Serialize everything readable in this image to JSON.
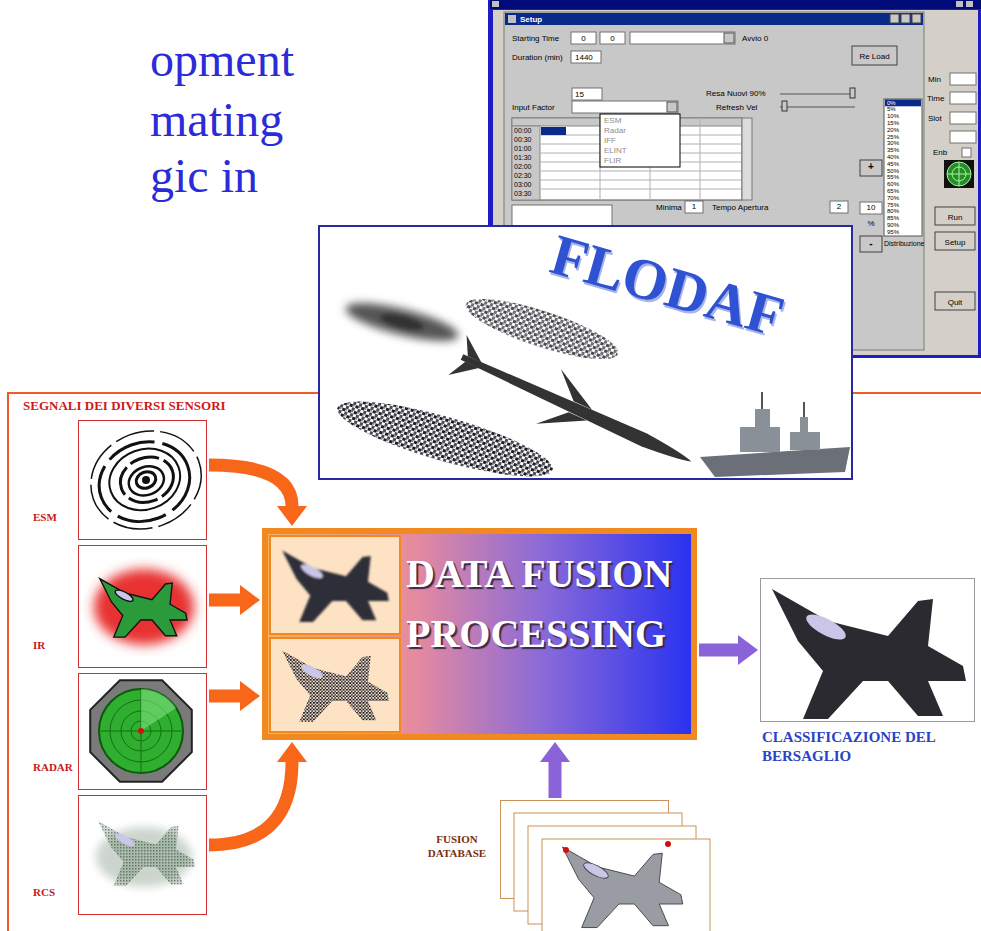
{
  "diagram": {
    "nodes": [
      {
        "text": [
          "FLODAF"
        ]
      },
      {
        "text": [
          "ESM"
        ]
      },
      {
        "text": [
          "IR"
        ]
      },
      {
        "text": [
          "RADAR"
        ]
      },
      {
        "text": [
          "RCS"
        ]
      },
      {
        "text": [
          "DATA FUSION PROCESSING"
        ]
      },
      {
        "text": [
          "CLASSIFICAZIONE DEL BERSAGLIO"
        ]
      },
      {
        "text": [
          "FUSION DATABASE"
        ]
      }
    ],
    "edges": [
      {
        "from": 1,
        "to": 5,
        "arrow": "to"
      },
      {
        "from": 2,
        "to": 5,
        "arrow": "to"
      },
      {
        "from": 3,
        "to": 5,
        "arrow": "to"
      },
      {
        "from": 4,
        "to": 5,
        "arrow": "to"
      },
      {
        "from": 5,
        "to": 6,
        "arrow": "to"
      },
      {
        "from": 7,
        "to": 5,
        "arrow": "to"
      }
    ],
    "labels": [
      "opment",
      "mating",
      "gic in",
      "Setup",
      "Starting Time",
      "0",
      "0",
      "Avvio 0",
      "Re Load",
      "Duration (min)",
      "1440",
      "15",
      "Resa Nuovi 90%",
      "Refresh Vel",
      "Input Factor",
      "ESM",
      "Radar",
      "IFF",
      "ELINT",
      "FLIR",
      "00:00",
      "00:30",
      "01:00",
      "01:30",
      "02:00",
      "02:30",
      "03:00",
      "03:30",
      "+",
      "10",
      "%",
      "-",
      "Minima",
      "1",
      "Tempo Apertura",
      "2",
      "0%",
      "5%",
      "10%",
      "15%",
      "20%",
      "25%",
      "30%",
      "35%",
      "40%",
      "45%",
      "50%",
      "55%",
      "60%",
      "65%",
      "70%",
      "75%",
      "80%",
      "85%",
      "90%",
      "95%",
      "Distribuzione",
      "Min",
      "Time",
      "Slot",
      "Enb",
      "Run",
      "Setup",
      "Quit",
      "SEGNALI DEI DIVERSI SENSORI"
    ]
  }
}
